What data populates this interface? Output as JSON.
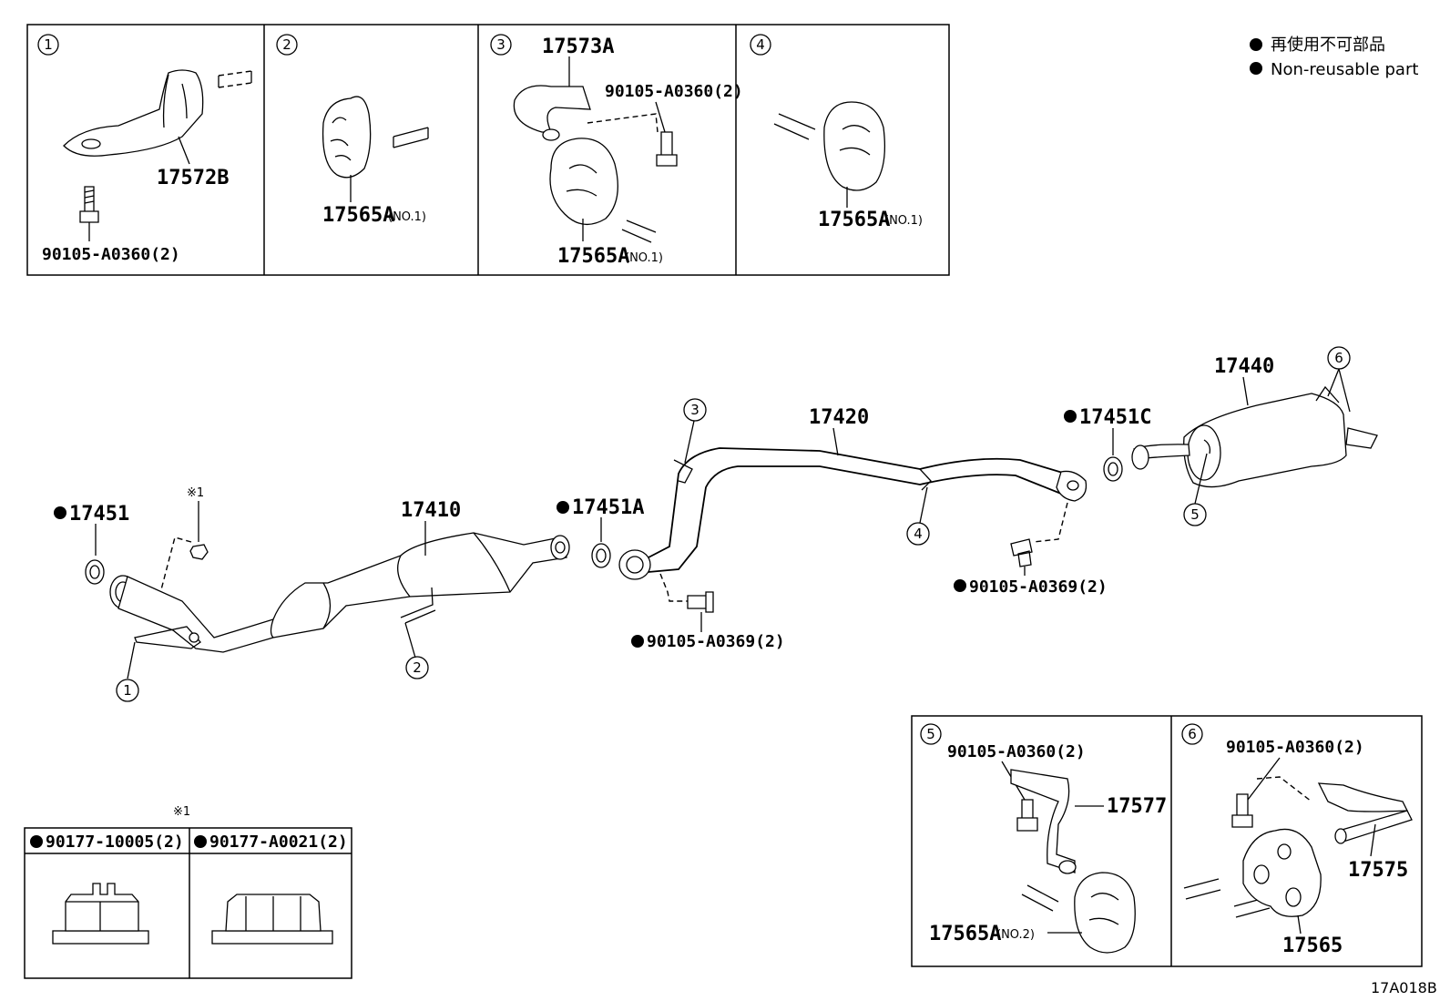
{
  "legend": {
    "line1": "再使用不可部品",
    "line2": "Non-reusable part"
  },
  "figure_id": "17A018B",
  "detail_boxes": {
    "d1": {
      "num": "1",
      "bracket": "17572B",
      "bolt": "90105-A0360(2)"
    },
    "d2": {
      "num": "2",
      "hanger": "17565A",
      "hanger_note": "(NO.1)"
    },
    "d3": {
      "num": "3",
      "bracket": "17573A",
      "bolt": "90105-A0360(2)",
      "hanger": "17565A",
      "hanger_note": "(NO.1)"
    },
    "d4": {
      "num": "4",
      "hanger": "17565A",
      "hanger_note": "(NO.1)"
    },
    "d5": {
      "num": "5",
      "bolt": "90105-A0360(2)",
      "bracket": "17577",
      "hanger": "17565A",
      "hanger_note": "(NO.2)"
    },
    "d6": {
      "num": "6",
      "bolt": "90105-A0360(2)",
      "bracket": "17575",
      "hanger": "17565"
    }
  },
  "main": {
    "gasket_front": "17451",
    "ref_mark": "※1",
    "front_pipe": "17410",
    "gasket_a": "17451A",
    "center_pipe": "17420",
    "gasket_c": "17451C",
    "tail_pipe": "17440",
    "bolt_center": "90105-A0369(2)",
    "bolt_rear": "90105-A0369(2)",
    "callout_1": "1",
    "callout_2": "2",
    "callout_3": "3",
    "callout_4": "4",
    "callout_5": "5",
    "callout_6": "6"
  },
  "nut_table": {
    "ref_mark": "※1",
    "nut_left": "90177-10005(2)",
    "nut_right": "90177-A0021(2)"
  }
}
